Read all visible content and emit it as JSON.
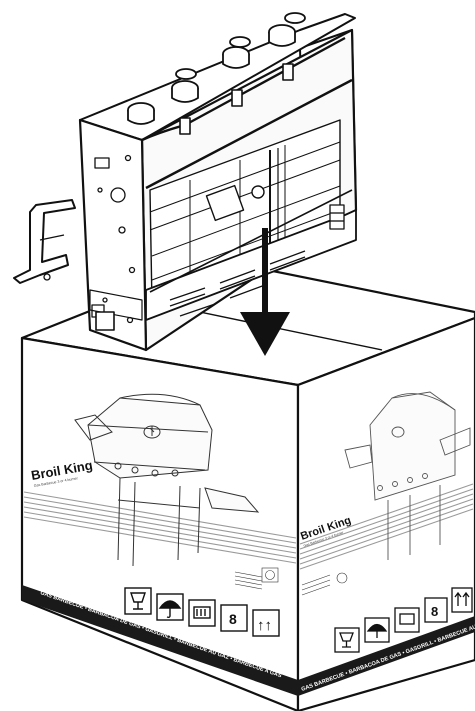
{
  "box": {
    "front_brand": "Broil King",
    "front_subtitle": "Gas Barbecue 3 or 4 burner",
    "side_brand": "Broil King",
    "side_subtitle": "Gas Barbecue 3 or 4 burner",
    "band_text_front": "GAS BARBECUE • BARBACOA DE GAS • GASGRILL • BARBECUE AU GAZ • BARBECUE A GAS",
    "band_text_side": "GAS BARBECUE • BARBACOA DE GAS • GASGRILL • BARBECUE AU GAZ • BARBECUE A GAS"
  },
  "symbols": {
    "stack_limit_front": "8",
    "stack_limit_side": "8",
    "this_way_up": "↑↑"
  },
  "colors": {
    "ink": "#111111",
    "box_face": "#ffffff",
    "band_dark": "#1a1a1a",
    "stripe": "#9a9a9a"
  },
  "icons": [
    "arrow-down-icon",
    "fragile-icon",
    "umbrella-icon",
    "barcode-icon",
    "stack-limit-icon",
    "this-way-up-icon"
  ]
}
